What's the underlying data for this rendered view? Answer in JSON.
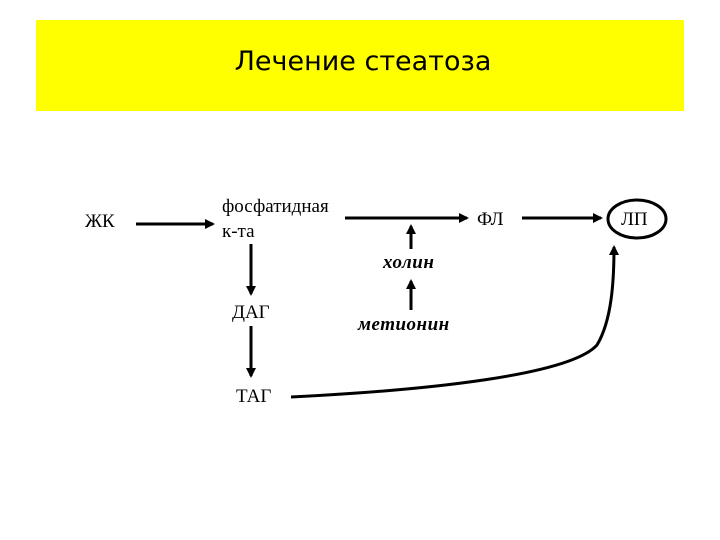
{
  "slide": {
    "title": "Лечение стеатоза"
  },
  "diagram": {
    "nodes": {
      "zhk": "ЖК",
      "phosphatidic_line1": "фосфатидная",
      "phosphatidic_line2": "к-та",
      "fl": "ФЛ",
      "lp": "ЛП",
      "dag": "ДАГ",
      "tag": "ТАГ",
      "cholin": "холин",
      "methionine": "метионин"
    }
  }
}
